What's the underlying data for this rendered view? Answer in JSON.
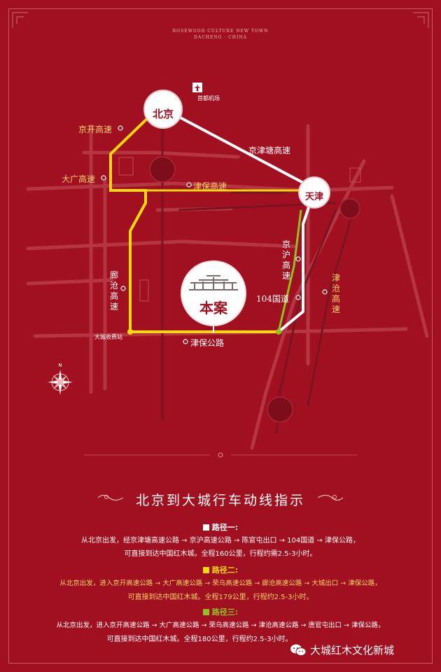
{
  "brand": {
    "line1": "ROSEWOOD CULTURE NEW TOWN",
    "line2": "DACHENG · CHINA"
  },
  "cities": {
    "beijing": "北京",
    "tianjin": "天津",
    "project": "本案"
  },
  "map_labels": {
    "airport": "首都机场",
    "jingkai": "京开高速",
    "daguang": "大广高速",
    "jingjintang": "京津塘高速",
    "jinbao_highway": "津保高速",
    "jinghu": "京沪高速",
    "langcang": "廊沧高速",
    "g104": "104国道",
    "jincang": "津沧高速",
    "toll": "大城收费站",
    "jinbao_road": "津保公路",
    "north": "N"
  },
  "colors": {
    "background": "#a01020",
    "route1": "#ffffff",
    "route2": "#f5d90a",
    "route3": "#8fc31f",
    "gold_text": "#f6d36b"
  },
  "guide": {
    "title": "北京到大城行车动线指示",
    "routes": [
      {
        "label": "路径一:",
        "color": "#ffffff",
        "line1": "从北京出发，经京津塘高速公路 → 京沪高速公路 → 陈官屯出口 → 104国道 → 津保公路，",
        "line2": "可直接到达中国红木城。全程160公里，行程约需2.5-3小时。"
      },
      {
        "label": "路径二:",
        "color": "#f5d90a",
        "line1": "从北京出发，进入京开高速公路 → 大广高速公路 → 荣乌高速公路 → 廊沧高速公路 → 大城出口 → 津保公路，",
        "line2": "可直接到达中国红木城。全程179公里，行程约2.5-3小时。"
      },
      {
        "label": "路径三:",
        "color": "#8fc31f",
        "line1": "从北京出发，进入京开高速公路 → 大广高速公路 → 荣乌高速公路 → 津沧高速公路 → 唐官屯出口 → 津保公路，",
        "line2": "可直接到达中国红木城。全程180公里，行程约2.5-3小时。"
      }
    ]
  },
  "watermark": {
    "text": "大城红木文化新城",
    "icon": "wechat-icon"
  }
}
